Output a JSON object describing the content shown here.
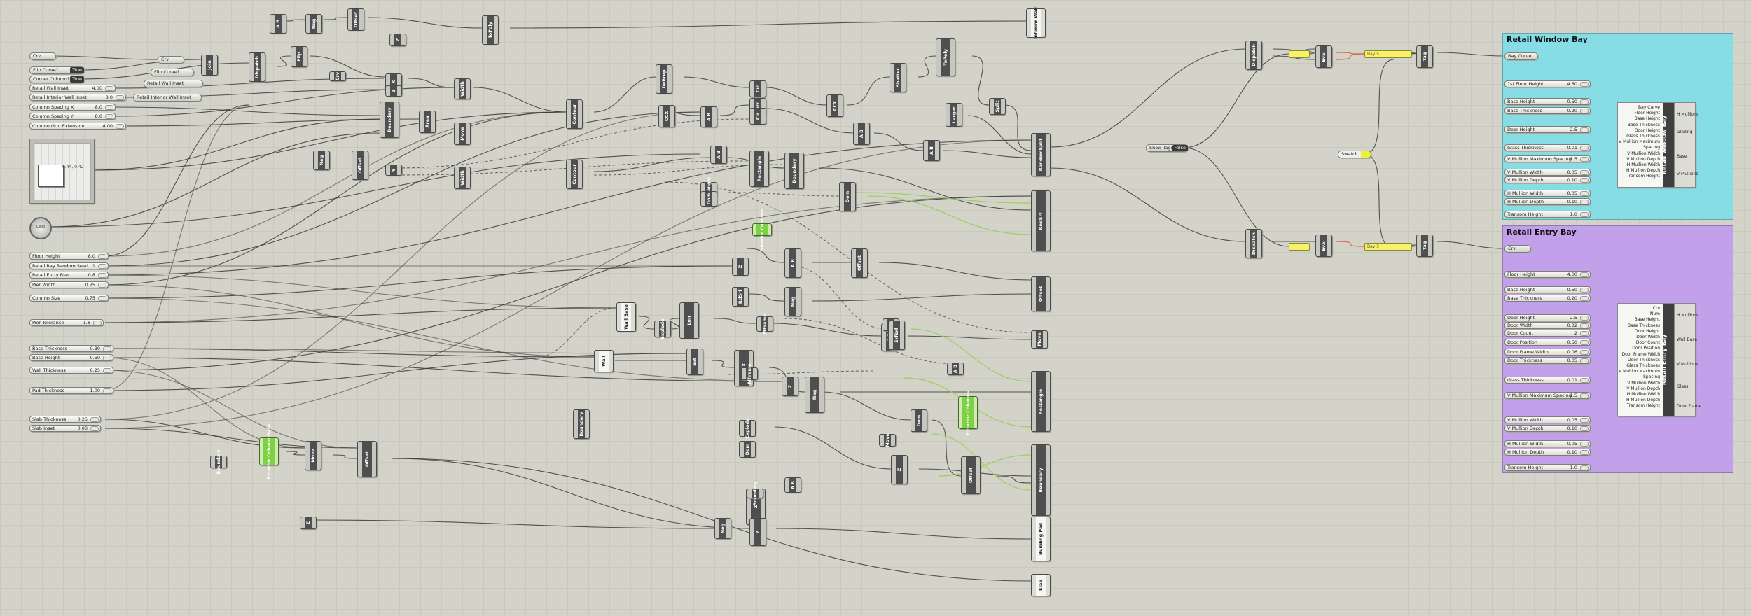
{
  "params": [
    {
      "label": "Crv",
      "type": "param"
    },
    {
      "label": "Flip Curve?",
      "value": "True",
      "type": "bool"
    },
    {
      "label": "Corner Column?",
      "value": "True",
      "type": "bool"
    },
    {
      "label": "Retail Wall Inset",
      "value": "4.00",
      "type": "slider"
    },
    {
      "label": "Retail Interior Wall Inset",
      "value": "8.0",
      "type": "slider"
    },
    {
      "label": "Column Spacing X",
      "value": "8.0",
      "type": "slider"
    },
    {
      "label": "Column Spacing Y",
      "value": "8.0",
      "type": "slider"
    },
    {
      "label": "Column Grid Extension",
      "value": "4.00",
      "type": "slider"
    },
    {
      "label": "Floor Height",
      "value": "8.0",
      "type": "slider"
    },
    {
      "label": "Retail Bay Random Seed",
      "value": "1",
      "type": "slider"
    },
    {
      "label": "Retail Entry Bias",
      "value": "0.8",
      "type": "slider"
    },
    {
      "label": "Pier Width",
      "value": "0.75",
      "type": "slider"
    },
    {
      "label": "Column Size",
      "value": "0.75",
      "type": "slider"
    },
    {
      "label": "Pier Tolerance",
      "value": "1.8",
      "type": "slider"
    },
    {
      "label": "Base Thickness",
      "value": "0.30",
      "type": "slider"
    },
    {
      "label": "Base Height",
      "value": "0.50",
      "type": "slider"
    },
    {
      "label": "Wall Thickness",
      "value": "0.25",
      "type": "slider"
    },
    {
      "label": "Pad Thickness",
      "value": "1.00",
      "type": "slider"
    },
    {
      "label": "Slab Thickness",
      "value": "0.25",
      "type": "slider"
    },
    {
      "label": "Slab Inset",
      "value": "0.00",
      "type": "slider"
    }
  ],
  "mid_params": [
    "Crv",
    "Flip Curve?",
    "Retail Wall Inset",
    "Retail Interior Wall Inset"
  ],
  "show_tags": {
    "label": "Show Tags?",
    "value": "False"
  },
  "swatch": "Swatch",
  "panels": [
    "Bay 5",
    "Bay 5"
  ],
  "components": [
    "A B",
    "Neg",
    "Offset",
    "ToPoly",
    "Interior Wall",
    "Z",
    "Dispatch",
    "Join",
    "Flip",
    "Crv",
    "X",
    "Z",
    "Width",
    "Boundary",
    "Area",
    "Move",
    "DeBrep",
    "Contour",
    "CCX",
    "Cir",
    "A B",
    "Circ",
    "Cir",
    "CCX",
    "Shatter",
    "ToPoly",
    "Larger",
    "Split",
    "A B",
    "A B",
    "RandomSplit",
    "Neg",
    "Offset",
    "Y",
    "Width",
    "Contour",
    "Rectangle",
    "A B",
    "Boundary",
    "Rectangle",
    "Dom",
    "Dom",
    "RndSrf",
    "Interior Columns",
    "Z",
    "A B",
    "Offset",
    "RdSrf",
    "Neg",
    "Offset",
    "Wall Base",
    "Explode",
    "Len",
    "MFrame",
    "A B",
    "Z",
    "SrfSrf",
    "Move",
    "Wall",
    "Ext",
    "CCX",
    "MFrame",
    "A B",
    "Z",
    "Neg",
    "Rectangle",
    "Exterior Columns",
    "Boundary",
    "Explode",
    "Dom",
    "Dom",
    "Move",
    "Z",
    "Offset",
    "Boundary",
    "Exterior Column Base",
    "Move",
    "Offset",
    "Boundary",
    "A B",
    "Z",
    "Z",
    "Neg",
    "Z",
    "Boundary",
    "Building Pad",
    "Slab",
    "Dispatch",
    "Eval",
    "Tag",
    "Dispatch",
    "Eval",
    "Tag"
  ],
  "retail_window_bay": {
    "title": "Retail Window Bay",
    "bay_curve": "Bay Curve",
    "sliders": [
      {
        "label": "1st Floor Height",
        "value": "4.50"
      },
      {
        "label": "Base Height",
        "value": "0.50"
      },
      {
        "label": "Base Thickness",
        "value": "0.20"
      },
      {
        "label": "Door Height",
        "value": "2.5"
      },
      {
        "label": "Glass Thickness",
        "value": "0.01"
      },
      {
        "label": "V Mullion Maximum Spacing",
        "value": "1.5"
      },
      {
        "label": "V Mullion Width",
        "value": "0.05"
      },
      {
        "label": "V Mullion Depth",
        "value": "0.10"
      },
      {
        "label": "H Mullion Width",
        "value": "0.05"
      },
      {
        "label": "H Mullion Depth",
        "value": "0.10"
      },
      {
        "label": "Transom Height",
        "value": "1.0"
      }
    ],
    "cluster": {
      "title": "Retail Window Bay",
      "inputs": [
        "Bay Curve",
        "Floor Height",
        "Base Height",
        "Base Thickness",
        "Door Height",
        "Glass Thickness",
        "V Mullion Maximum Spacing",
        "V Mullion Width",
        "V Mullion Depth",
        "H Mullion Width",
        "H Mullion Depth",
        "Transom Height"
      ],
      "outputs": [
        "H Mullions",
        "Glazing",
        "Base",
        "V Mullions"
      ]
    }
  },
  "retail_entry_bay": {
    "title": "Retail Entry Bay",
    "crv": "Crv",
    "sliders": [
      {
        "label": "Floor Height",
        "value": "4.00"
      },
      {
        "label": "Base Height",
        "value": "0.50"
      },
      {
        "label": "Base Thickness",
        "value": "0.20"
      },
      {
        "label": "Door Height",
        "value": "2.5"
      },
      {
        "label": "Door Width",
        "value": "0.82"
      },
      {
        "label": "Door Count",
        "value": "2"
      },
      {
        "label": "Door Position",
        "value": "0.50"
      },
      {
        "label": "Door Frame Width",
        "value": "0.06"
      },
      {
        "label": "Door Thickness",
        "value": "0.05"
      },
      {
        "label": "Glass Thickness",
        "value": "0.01"
      },
      {
        "label": "V Mullion Maximum Spacing",
        "value": "1.5"
      },
      {
        "label": "V Mullion Width",
        "value": "0.05"
      },
      {
        "label": "V Mullion Depth",
        "value": "0.10"
      },
      {
        "label": "H Mullion Width",
        "value": "0.05"
      },
      {
        "label": "H Mullion Depth",
        "value": "0.10"
      },
      {
        "label": "Transom Height",
        "value": "1.0"
      }
    ],
    "cluster": {
      "title": "Retail Entry Bay",
      "inputs": [
        "Crv",
        "Num",
        "Base Height",
        "Base Thickness",
        "Door Height",
        "Door Width",
        "Door Count",
        "Door Position",
        "Door Frame Width",
        "Door Thickness",
        "Glass Thickness",
        "V Mullion Maximum Spacing",
        "V Mullion Width",
        "V Mullion Depth",
        "H Mullion Width",
        "H Mullion Depth",
        "Transom Height"
      ],
      "outputs": [
        "H Mullions",
        "Wall Base",
        "V Mullions",
        "Glass",
        "Door Frame"
      ]
    }
  },
  "pad_label": "0.44, 0.42",
  "dial_label": "Cello"
}
